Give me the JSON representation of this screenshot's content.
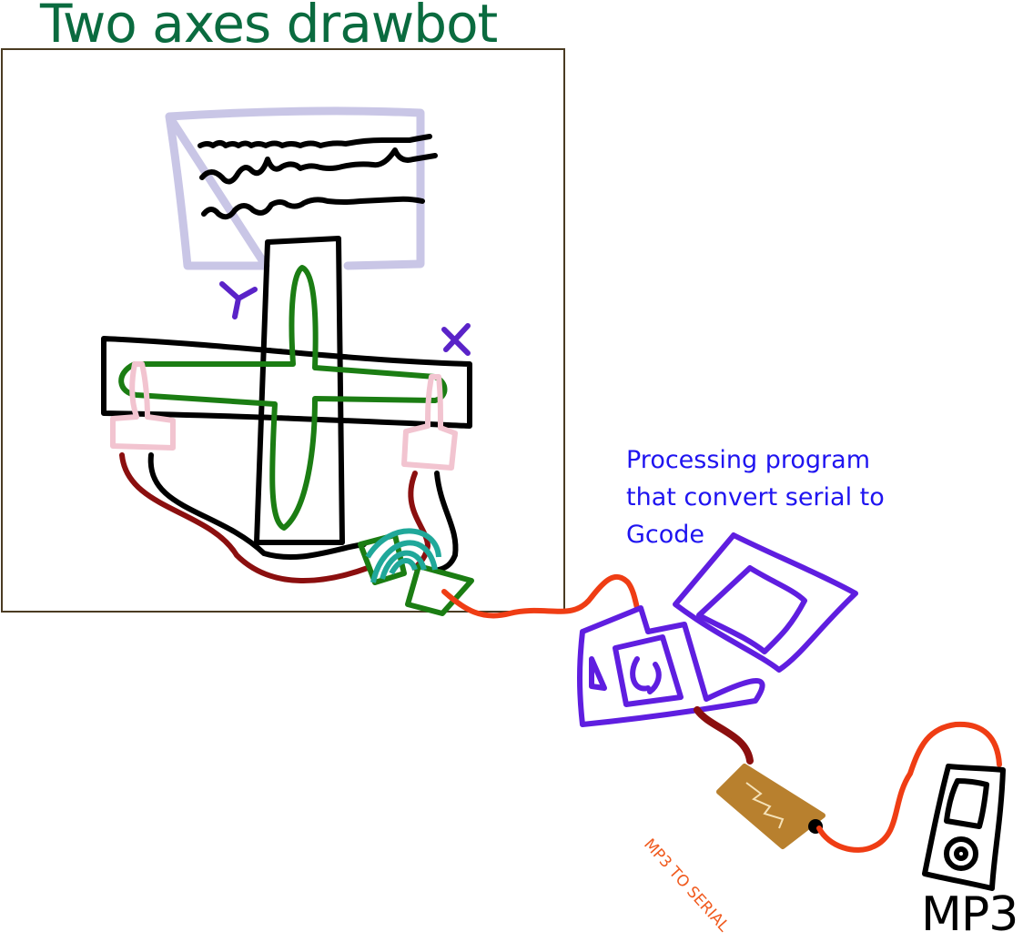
{
  "title": "Two axes drawbot",
  "axes": {
    "y_label": "Y",
    "x_label": "X"
  },
  "processing": {
    "lines": [
      "Processing program",
      "that convert serial to",
      "Gcode"
    ]
  },
  "converter_label": "MP3 TO SERIAL",
  "player_label": "MP3",
  "colors": {
    "title": "#0a6b3f",
    "frame": "#4a3b22",
    "paper": "#c9c6e6",
    "scribble": "#000000",
    "axis_letters": "#5a23c8",
    "carriage": "#1b7d13",
    "clamps": "#f2c4d0",
    "wire_dark_red": "#8b0f0f",
    "wire_orange": "#ef3d14",
    "wifi": "#20a89a",
    "computer": "#5f1ee0",
    "converter": "#b8802e",
    "processing_text": "#1f14f0",
    "serial_text": "#f05a1e"
  }
}
